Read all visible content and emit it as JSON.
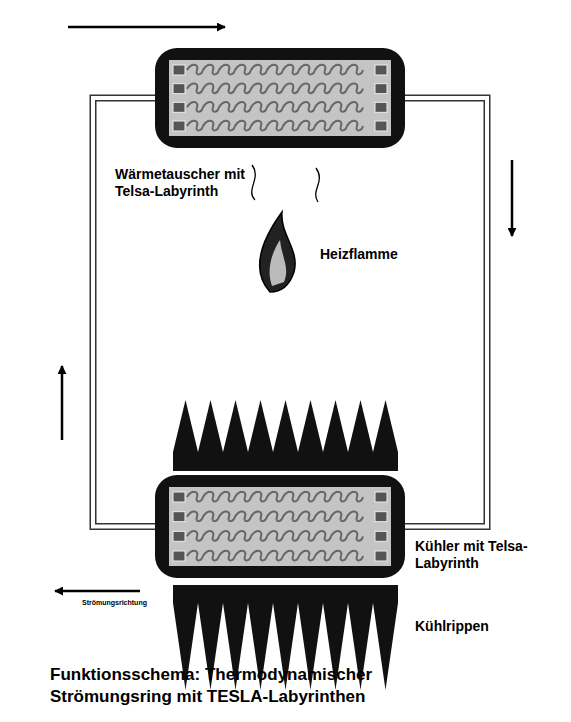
{
  "diagram": {
    "caption": "Funktionsschema: Thermodynamischer Strömungsring mit TESLA-Labyrinthen",
    "nodes": [
      {
        "text": [
          "Wärmetauscher mit Telsa-Labyrinth"
        ]
      },
      {
        "text": [
          "Kühler mit Telsa-Labyrinth"
        ]
      }
    ],
    "edges": [
      {
        "from": 0,
        "to": 1,
        "arrow": "none"
      },
      {
        "from": 1,
        "to": 0,
        "arrow": "none"
      }
    ],
    "labels": [
      "Heizflamme",
      "Kühlrippen",
      "Strömungsrichtung"
    ]
  }
}
